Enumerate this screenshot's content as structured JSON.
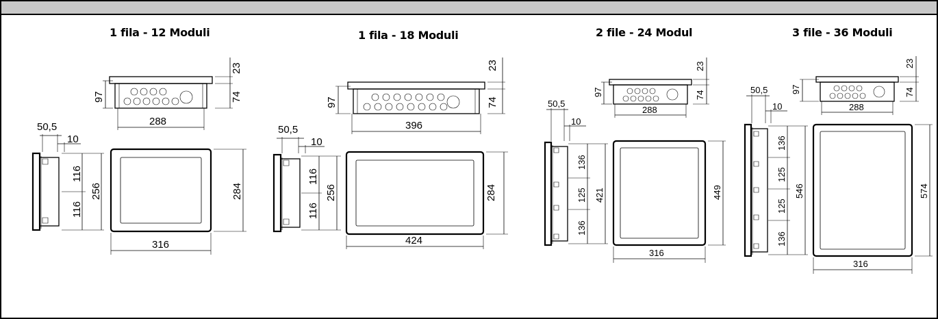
{
  "panels": [
    {
      "title": "1 fila - 12 Moduli",
      "top": {
        "height_total": "97",
        "depth": "74",
        "flange": "23",
        "width": "288"
      },
      "side": {
        "flange": "50,5",
        "offset": "10",
        "upper": "116",
        "lower": "116",
        "inner": "256"
      },
      "front": {
        "height": "284",
        "width": "316"
      }
    },
    {
      "title": "1 fila - 18 Moduli",
      "top": {
        "height_total": "97",
        "depth": "74",
        "flange": "23",
        "width": "396"
      },
      "side": {
        "flange": "50,5",
        "offset": "10",
        "upper": "116",
        "lower": "116",
        "inner": "256"
      },
      "front": {
        "height": "284",
        "width": "424"
      }
    },
    {
      "title": "2 file - 24 Modul",
      "top": {
        "height_total": "97",
        "depth": "74",
        "flange": "23",
        "width": "288"
      },
      "side": {
        "flange": "50,5",
        "offset": "10",
        "upper": "136",
        "middle": "125",
        "lower": "136",
        "inner": "421"
      },
      "front": {
        "height": "449",
        "width": "316"
      }
    },
    {
      "title": "3 file - 36 Moduli",
      "top": {
        "height_total": "97",
        "depth": "74",
        "flange": "23",
        "width": "288"
      },
      "side": {
        "flange": "50,5",
        "offset": "10",
        "upper": "136",
        "middle1": "125",
        "middle2": "125",
        "lower": "136",
        "inner": "546"
      },
      "front": {
        "height": "574",
        "width": "316"
      }
    }
  ]
}
